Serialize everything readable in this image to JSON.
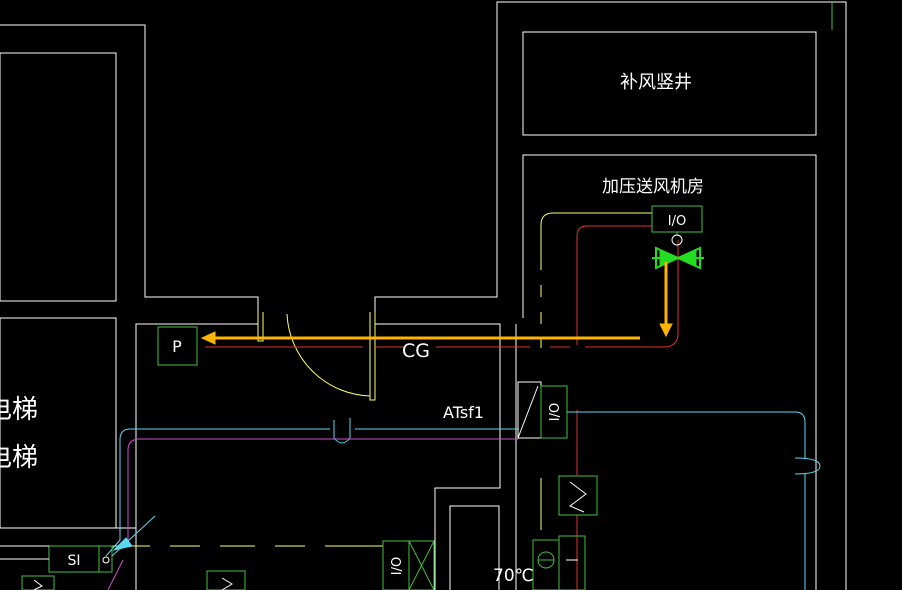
{
  "labels": {
    "supplement_shaft": "补风竖井",
    "pressurized_fan_room": "加压送风机房",
    "elevator_1": "电梯",
    "elevator_2": "电梯",
    "cg": "CG",
    "atsf1": "ATsf1",
    "temp": "70℃"
  },
  "symbols": {
    "io_top": "I/O",
    "io_mid": "I/O",
    "io_bottom": "I/O",
    "p_box": "P",
    "si_box": "SI"
  },
  "colors": {
    "background": "#000000",
    "wall": "#ffffff",
    "equipment": "#3fbf3f",
    "yellow_line": "#ffff66",
    "red_line": "#e0302a",
    "cyan_line": "#5ad8f0",
    "magenta_line": "#d050d0",
    "arrow": "#ffb400",
    "valve": "#22dd22"
  }
}
